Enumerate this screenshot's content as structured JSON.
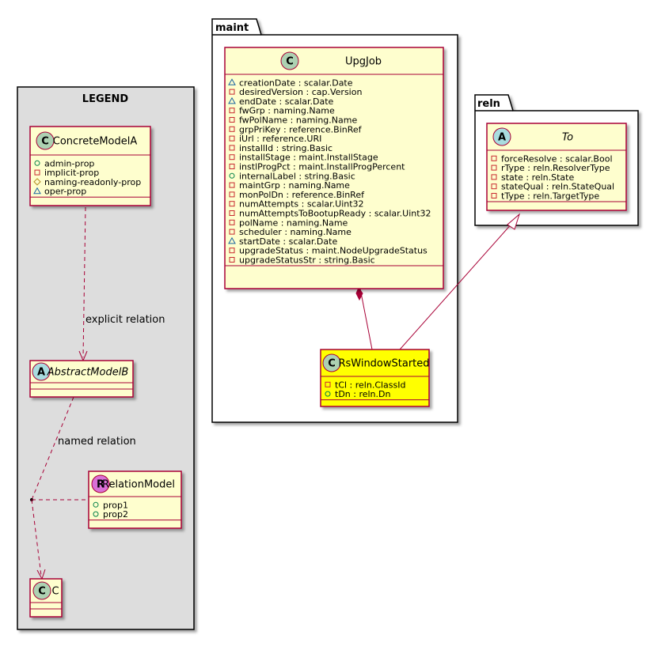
{
  "legend": {
    "title": "LEGEND",
    "concrete": {
      "name": "ConcreteModelA",
      "stereo": "C",
      "attrs": [
        {
          "v": "+",
          "text": "admin-prop"
        },
        {
          "v": "-",
          "text": "implicit-prop"
        },
        {
          "v": "#",
          "text": "naming-readonly-prop"
        },
        {
          "v": "~",
          "text": "oper-prop"
        }
      ]
    },
    "explicit_label": "explicit relation",
    "abstract": {
      "name": "AbstractModelB",
      "stereo": "A"
    },
    "named_label": "named relation",
    "relation": {
      "name": "RelationModel",
      "stereo": "R",
      "attrs": [
        {
          "v": "+",
          "text": "prop1"
        },
        {
          "v": "+",
          "text": "prop2"
        }
      ]
    },
    "c": {
      "name": "C",
      "stereo": "C"
    }
  },
  "maint": {
    "package": "maint",
    "upgjob": {
      "name": "UpgJob",
      "stereo": "C",
      "attrs": [
        {
          "v": "~",
          "text": "creationDate : scalar.Date"
        },
        {
          "v": "-",
          "text": "desiredVersion : cap.Version"
        },
        {
          "v": "~",
          "text": "endDate : scalar.Date"
        },
        {
          "v": "-",
          "text": "fwGrp : naming.Name"
        },
        {
          "v": "-",
          "text": "fwPolName : naming.Name"
        },
        {
          "v": "-",
          "text": "grpPriKey : reference.BinRef"
        },
        {
          "v": "-",
          "text": "iUrl : reference.URI"
        },
        {
          "v": "-",
          "text": "installId : string.Basic"
        },
        {
          "v": "-",
          "text": "installStage : maint.InstallStage"
        },
        {
          "v": "-",
          "text": "instlProgPct : maint.InstallProgPercent"
        },
        {
          "v": "+",
          "text": "internalLabel : string.Basic"
        },
        {
          "v": "-",
          "text": "maintGrp : naming.Name"
        },
        {
          "v": "-",
          "text": "monPolDn : reference.BinRef"
        },
        {
          "v": "-",
          "text": "numAttempts : scalar.Uint32"
        },
        {
          "v": "-",
          "text": "numAttemptsToBootupReady : scalar.Uint32"
        },
        {
          "v": "-",
          "text": "polName : naming.Name"
        },
        {
          "v": "-",
          "text": "scheduler : naming.Name"
        },
        {
          "v": "~",
          "text": "startDate : scalar.Date"
        },
        {
          "v": "-",
          "text": "upgradeStatus : maint.NodeUpgradeStatus"
        },
        {
          "v": "-",
          "text": "upgradeStatusStr : string.Basic"
        }
      ]
    },
    "rswindow": {
      "name": "RsWindowStarted",
      "stereo": "C",
      "attrs": [
        {
          "v": "-",
          "text": "tCl : reln.ClassId"
        },
        {
          "v": "+",
          "text": "tDn : reln.Dn"
        }
      ]
    }
  },
  "reln": {
    "package": "reln",
    "to": {
      "name": "To",
      "stereo": "A",
      "attrs": [
        {
          "v": "-",
          "text": "forceResolve : scalar.Bool"
        },
        {
          "v": "-",
          "text": "rType : reln.ResolverType"
        },
        {
          "v": "-",
          "text": "state : reln.State"
        },
        {
          "v": "-",
          "text": "stateQual : reln.StateQual"
        },
        {
          "v": "-",
          "text": "tType : reln.TargetType"
        }
      ]
    }
  },
  "colors": {
    "classFill": "#FEFECE",
    "highlightFill": "#FFFF00",
    "border": "#A80036",
    "legendFill": "#DDDDDD",
    "circleC": "#ADD1B2",
    "circleA": "#A9DCDF",
    "circleR": "#DA70D6",
    "visPublic": "#038048",
    "visPrivate": "#C82930",
    "visPackage": "#1963A0",
    "visProtected": "#B38D22"
  }
}
